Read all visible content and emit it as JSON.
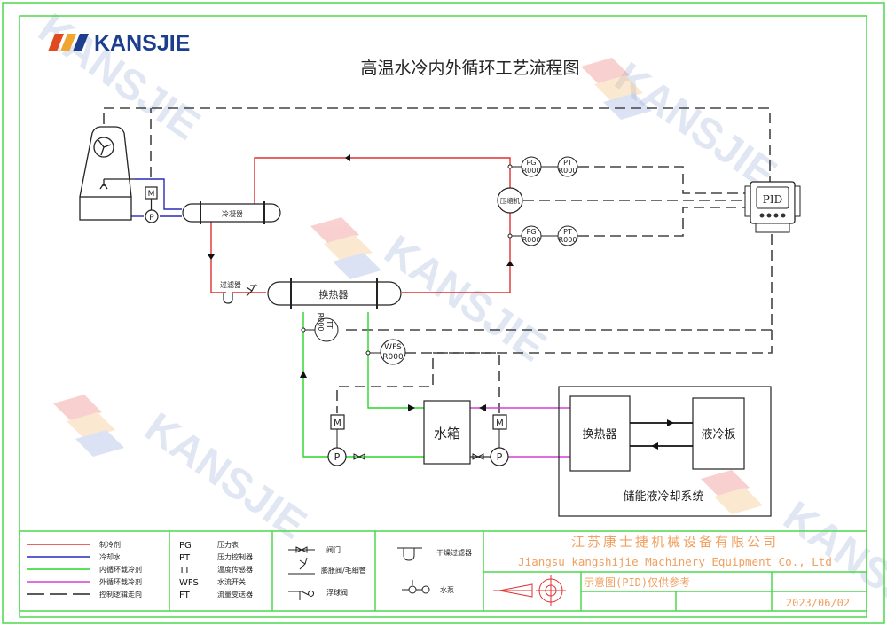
{
  "logo": {
    "text": "KANSJIE",
    "stripe_colors": [
      "#e04a1e",
      "#f0a531",
      "#1d3e8c"
    ]
  },
  "title": "高温水冷内外循环工艺流程图",
  "watermark": "KANSJIE",
  "colors": {
    "refrigerant": "#e03030",
    "cooling_water": "#2a2ab8",
    "inner_loop": "#28d628",
    "outer_loop": "#d040d0",
    "control": "#444444",
    "frame": "#4cd94c",
    "company": "#f0a060"
  },
  "components": {
    "condenser": "冷凝器",
    "filter": "过滤器",
    "heat_exchanger": "换热器",
    "compressor": "压缩机",
    "pid": "PID",
    "water_tank": "水箱",
    "storage_heat_exchanger": "换热器",
    "cold_plate": "液冷板",
    "storage_system": "储能液冷却系统",
    "motor": "M",
    "pump": "P"
  },
  "instruments": {
    "pg_top": {
      "tag": "PG",
      "id": "R000"
    },
    "pt_top": {
      "tag": "PT",
      "id": "R000"
    },
    "pg_bottom": {
      "tag": "PG",
      "id": "R000"
    },
    "pt_bottom": {
      "tag": "PT",
      "id": "R000"
    },
    "tt": {
      "tag": "TT",
      "id": "R000"
    },
    "wfs": {
      "tag": "WFS",
      "id": "R000"
    }
  },
  "legend_lines": [
    {
      "label": "制冷剂",
      "color_key": "refrigerant"
    },
    {
      "label": "冷却水",
      "color_key": "cooling_water"
    },
    {
      "label": "内循环载冷剂",
      "color_key": "inner_loop"
    },
    {
      "label": "外循环载冷剂",
      "color_key": "outer_loop"
    },
    {
      "label": "控制逻辑走向",
      "color_key": "control"
    }
  ],
  "legend_abbrev": [
    {
      "code": "PG",
      "meaning": "压力表"
    },
    {
      "code": "PT",
      "meaning": "压力控制器"
    },
    {
      "code": "TT",
      "meaning": "温度传感器"
    },
    {
      "code": "WFS",
      "meaning": "水流开关"
    },
    {
      "code": "FT",
      "meaning": "流量变送器"
    }
  ],
  "legend_symbols": [
    {
      "label": "阀门"
    },
    {
      "label": "膨胀阀/毛细管"
    },
    {
      "label": "浮球阀"
    },
    {
      "label": "干燥过滤器"
    },
    {
      "label": "水泵"
    }
  ],
  "title_block": {
    "company_cn": "江苏康士捷机械设备有限公司",
    "company_en": "Jiangsu kangshijie Machinery Equipment Co., Ltd",
    "note": "示意图(PID)仅供参考",
    "date": "2023/06/02"
  }
}
